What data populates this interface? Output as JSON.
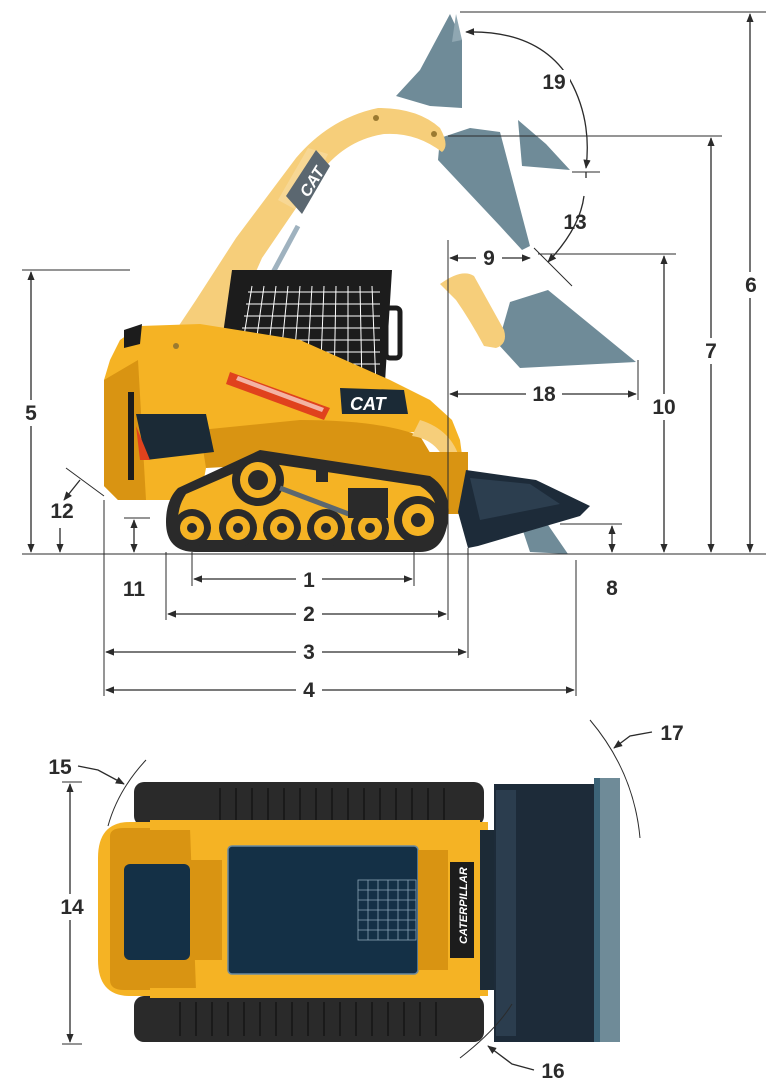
{
  "labels": {
    "l1": "1",
    "l2": "2",
    "l3": "3",
    "l4": "4",
    "l5": "5",
    "l6": "6",
    "l7": "7",
    "l8": "8",
    "l9": "9",
    "l10": "10",
    "l11": "11",
    "l12": "12",
    "l13": "13",
    "l14": "14",
    "l15": "15",
    "l16": "16",
    "l17": "17",
    "l18": "18",
    "l19": "19"
  },
  "branding": {
    "cat_logo": "CAT",
    "caterpillar_logo": "CATERPILLAR"
  },
  "colors": {
    "body_yellow": "#f5b324",
    "body_shade": "#d99412",
    "boom_light": "#f6ce7a",
    "track": "#2a2a2a",
    "bucket_dark": "#1d2b39",
    "bucket_ghost": "#6f8b98",
    "top_dark": "#143046",
    "accent_red": "#e0421d"
  },
  "icons": {
    "side_view": "skid-steer-side-view",
    "top_view": "skid-steer-top-view"
  }
}
